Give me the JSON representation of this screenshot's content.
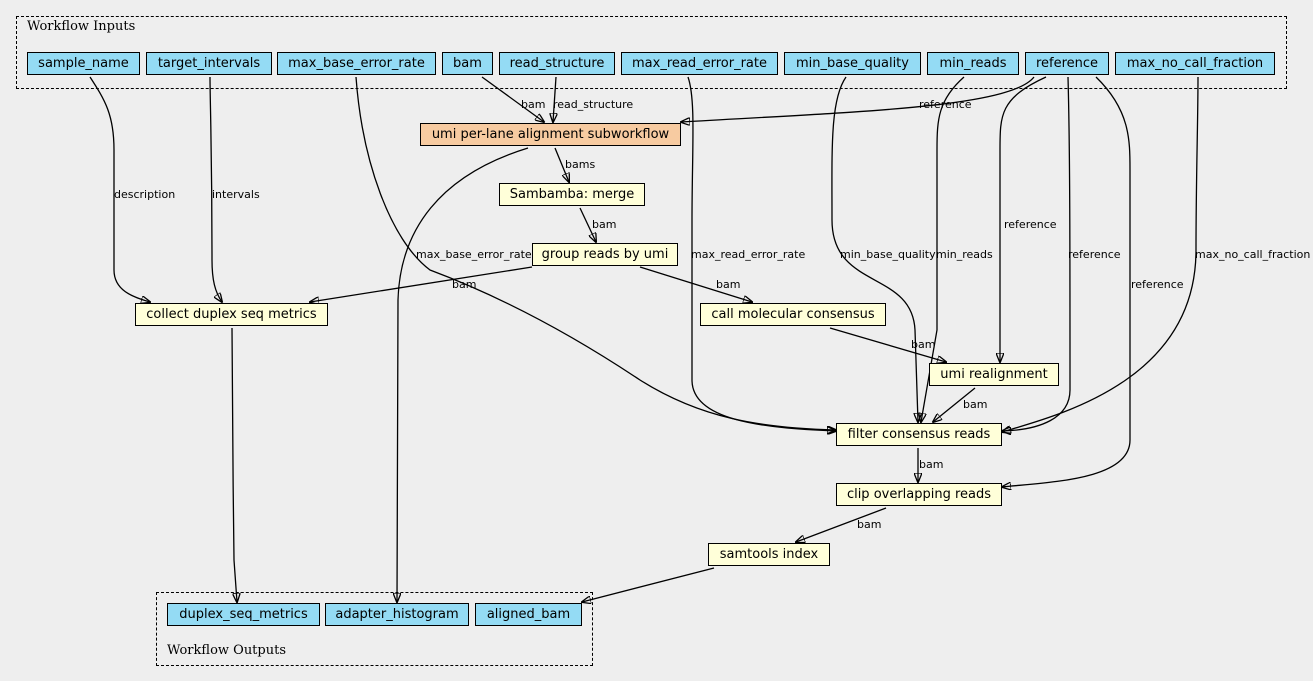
{
  "clusters": {
    "inputs": "Workflow Inputs",
    "outputs": "Workflow Outputs"
  },
  "inputs": {
    "sample_name": "sample_name",
    "target_intervals": "target_intervals",
    "max_base_error_rate": "max_base_error_rate",
    "bam": "bam",
    "read_structure": "read_structure",
    "max_read_error_rate": "max_read_error_rate",
    "min_base_quality": "min_base_quality",
    "min_reads": "min_reads",
    "reference": "reference",
    "max_no_call_fraction": "max_no_call_fraction"
  },
  "steps": {
    "umi_subworkflow": "umi per-lane alignment subworkflow",
    "sambamba_merge": "Sambamba: merge",
    "group_reads": "group reads by umi",
    "collect_metrics": "collect duplex seq metrics",
    "call_consensus": "call molecular consensus",
    "umi_realignment": "umi realignment",
    "filter_consensus": "filter consensus reads",
    "clip_overlapping": "clip overlapping reads",
    "samtools_index": "samtools index"
  },
  "outputs": {
    "duplex_seq_metrics": "duplex_seq_metrics",
    "adapter_histogram": "adapter_histogram",
    "aligned_bam": "aligned_bam"
  },
  "edge_labels": {
    "bam_to_sub": "bam",
    "read_structure_to_sub": "read_structure",
    "reference_to_sub": "reference",
    "description": "description",
    "intervals": "intervals",
    "bams": "bams",
    "merge_to_group": "bam",
    "max_base_error_rate": "max_base_error_rate",
    "max_read_error_rate": "max_read_error_rate",
    "min_base_quality": "min_base_quality",
    "min_reads": "min_reads",
    "reference_to_realign": "reference",
    "reference_to_filter": "reference",
    "reference_to_clip": "reference",
    "max_no_call_fraction": "max_no_call_fraction",
    "group_to_metrics": "bam",
    "group_to_consensus": "bam",
    "consensus_to_realign": "bam",
    "realign_to_filter": "bam",
    "filter_to_clip": "bam",
    "clip_to_index": "bam"
  }
}
